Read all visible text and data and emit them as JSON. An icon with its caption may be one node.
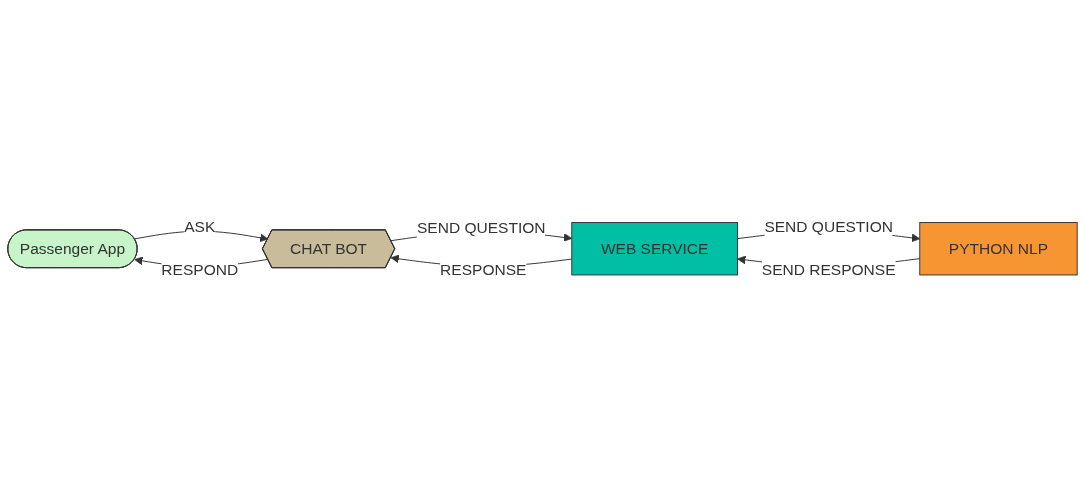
{
  "diagram": {
    "nodes": [
      {
        "text": [
          "Passenger App"
        ]
      },
      {
        "text": [
          "WEB SERVICE"
        ]
      },
      {
        "text": [
          "PYTHON NLP"
        ]
      },
      {
        "text": [
          "CHAT BOT"
        ]
      }
    ],
    "edges": [
      {
        "from": 0,
        "to": 3,
        "arrow": "to",
        "label": "ASK"
      },
      {
        "from": 3,
        "to": 0,
        "arrow": "to",
        "label": "RESPOND"
      },
      {
        "from": 3,
        "to": 1,
        "arrow": "to",
        "label": "SEND QUESTION"
      },
      {
        "from": 1,
        "to": 2,
        "arrow": "to",
        "label": "SEND QUESTION"
      },
      {
        "from": 2,
        "to": 1,
        "arrow": "to",
        "label": "SEND RESPONSE"
      },
      {
        "from": 1,
        "to": 3,
        "arrow": "to",
        "label": "RESPONSE"
      }
    ]
  }
}
